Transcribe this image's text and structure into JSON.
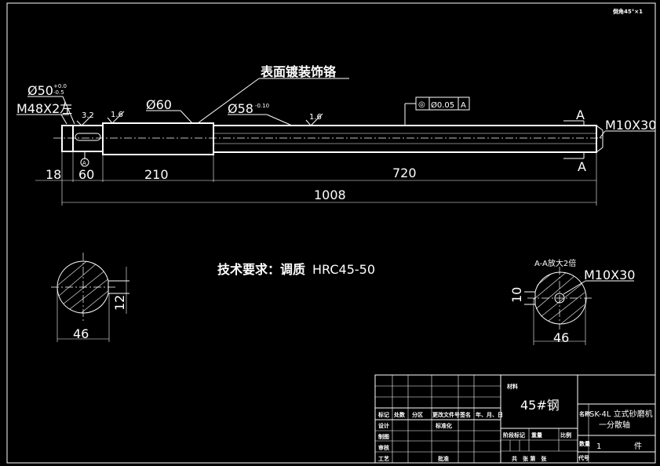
{
  "corner_note": "倒角45°×1",
  "plating_note": "表面镀装饰铬",
  "tech_req": {
    "label": "技术要求：调质",
    "value": "HRC45-50"
  },
  "left_end": {
    "diameter": "Ø50",
    "tol_upper": "+0.0",
    "tol_lower": "-0.5",
    "thread": "M48X2左"
  },
  "body": {
    "d60": "Ø60",
    "d58": "Ø58",
    "d58_tol": "-0.10",
    "right_thread": "M10X30"
  },
  "roughness": {
    "r1": "3.2",
    "r2": "1.6",
    "r3": "1.6"
  },
  "tolerance_frame": {
    "symbol": "◎",
    "value": "Ø0.05",
    "datum": "A"
  },
  "section_marks": {
    "top": "A",
    "bottom": "A",
    "datum_flag": "A"
  },
  "dims": {
    "d18": "18",
    "d60": "60",
    "d210": "210",
    "d720": "720",
    "total": "1008"
  },
  "section_left": {
    "width": "46",
    "key_height": "12"
  },
  "section_right": {
    "title": "A-A放大2倍",
    "thread": "M10X30",
    "key_height": "10",
    "width": "46"
  },
  "title_block": {
    "material_label": "材料",
    "material": "45#钢",
    "name_label": "名称",
    "part_name_l1": "SK-4L 立式砂磨机",
    "part_name_l2": "一分散轴",
    "qty_label": "数量",
    "qty": "1",
    "unit": "件",
    "code_label": "代号",
    "sheet_note": "共　张 第　张",
    "row_labels": [
      "标记",
      "设计",
      "制图",
      "审核",
      "工艺"
    ],
    "col_headers": [
      "处数",
      "分区",
      "更改文件号",
      "签名",
      "年、月、日"
    ],
    "standardize": "标准化",
    "approve": "批准",
    "stage_label": "阶段标记",
    "weight_label": "重量",
    "scale_label": "比例"
  }
}
